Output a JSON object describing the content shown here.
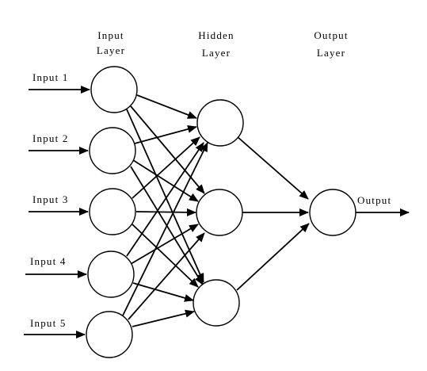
{
  "layers": {
    "input": {
      "title_line1": "Input",
      "title_line2": "Layer"
    },
    "hidden": {
      "title_line1": "Hidden",
      "title_line2": "Layer"
    },
    "output": {
      "title_line1": "Output",
      "title_line2": "Layer"
    }
  },
  "inputs": [
    "Input 1",
    "Input 2",
    "Input 3",
    "Input 4",
    "Input 5"
  ],
  "output_label": "Output",
  "colors": {
    "stroke": "#000000",
    "background": "#ffffff"
  }
}
